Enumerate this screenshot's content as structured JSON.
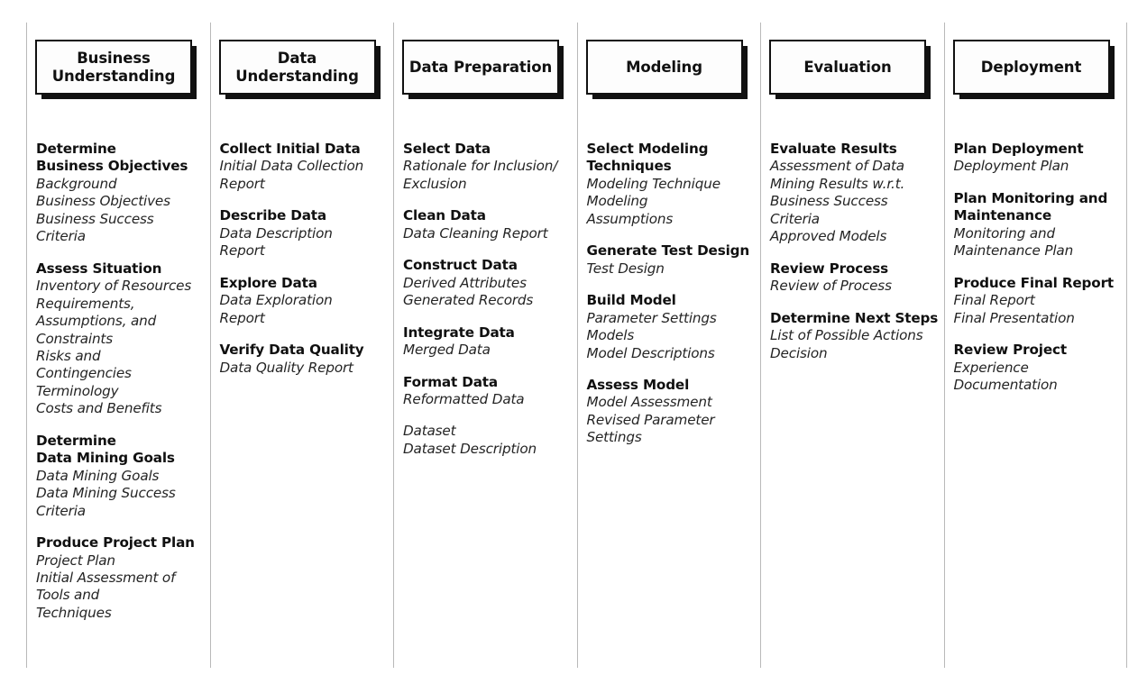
{
  "diagram": {
    "title": "CRISP-DM Phases, Generic Tasks and Outputs",
    "colors": {
      "background": "#ffffff",
      "text": "#1a1a1a",
      "box_border": "#111111",
      "box_fill": "#fdfdfd",
      "shadow": "#111111",
      "divider": "#b9b9b9"
    }
  },
  "columns": [
    {
      "header": "Business\nUnderstanding",
      "groups": [
        {
          "task": "Determine\n   Business Objectives",
          "outputs": [
            "Background",
            "Business Objectives",
            "Business Success\n   Criteria"
          ]
        },
        {
          "task": "Assess Situation",
          "outputs": [
            "Inventory of Resources",
            "Requirements,\n   Assumptions, and\n   Constraints",
            "Risks and\n   Contingencies",
            "Terminology",
            "Costs and Benefits"
          ]
        },
        {
          "task": "Determine\n   Data Mining Goals",
          "outputs": [
            "Data Mining Goals",
            "Data Mining Success\n   Criteria"
          ]
        },
        {
          "task": "Produce Project Plan",
          "outputs": [
            "Project Plan",
            "Initial Assessment of\n   Tools and\n   Techniques"
          ]
        }
      ]
    },
    {
      "header": "Data\nUnderstanding",
      "groups": [
        {
          "task": "Collect Initial Data",
          "outputs": [
            "Initial Data Collection\n   Report"
          ]
        },
        {
          "task": "Describe Data",
          "outputs": [
            "Data Description\n   Report"
          ]
        },
        {
          "task": "Explore Data",
          "outputs": [
            "Data Exploration\n   Report"
          ]
        },
        {
          "task": "Verify Data Quality",
          "outputs": [
            "Data Quality Report"
          ]
        }
      ]
    },
    {
      "header": "Data\nPreparation",
      "groups": [
        {
          "task": "Select Data",
          "outputs": [
            "Rationale for Inclusion/\n   Exclusion"
          ]
        },
        {
          "task": "Clean Data",
          "outputs": [
            "Data Cleaning Report"
          ]
        },
        {
          "task": "Construct Data",
          "outputs": [
            "Derived Attributes",
            "Generated Records"
          ]
        },
        {
          "task": "Integrate Data",
          "outputs": [
            "Merged Data"
          ]
        },
        {
          "task": "Format Data",
          "outputs": [
            "Reformatted Data"
          ]
        },
        {
          "task": "",
          "outputs": [
            "Dataset",
            "Dataset Description"
          ]
        }
      ]
    },
    {
      "header": "Modeling",
      "groups": [
        {
          "task": "Select Modeling\n   Techniques",
          "outputs": [
            "Modeling Technique",
            "Modeling\n   Assumptions"
          ]
        },
        {
          "task": "Generate Test Design",
          "outputs": [
            "Test Design"
          ]
        },
        {
          "task": "Build Model",
          "outputs": [
            "Parameter Settings",
            "Models",
            "Model Descriptions"
          ]
        },
        {
          "task": "Assess Model",
          "outputs": [
            "Model Assessment",
            "Revised Parameter\n   Settings"
          ]
        }
      ]
    },
    {
      "header": "Evaluation",
      "groups": [
        {
          "task": "Evaluate Results",
          "outputs": [
            "Assessment of Data\n   Mining Results w.r.t.\n   Business Success\n      Criteria",
            "Approved Models"
          ]
        },
        {
          "task": "Review Process",
          "outputs": [
            "Review of Process"
          ]
        },
        {
          "task": "Determine Next Steps",
          "outputs": [
            "List of Possible Actions",
            "Decision"
          ]
        }
      ]
    },
    {
      "header": "Deployment",
      "groups": [
        {
          "task": "Plan Deployment",
          "outputs": [
            "Deployment Plan"
          ]
        },
        {
          "task": "Plan Monitoring and\n   Maintenance",
          "outputs": [
            "Monitoring and\n   Maintenance Plan"
          ]
        },
        {
          "task": "Produce Final Report",
          "outputs": [
            "Final Report",
            "Final Presentation"
          ]
        },
        {
          "task": "Review Project",
          "outputs": [
            "Experience\n   Documentation"
          ]
        }
      ]
    }
  ]
}
